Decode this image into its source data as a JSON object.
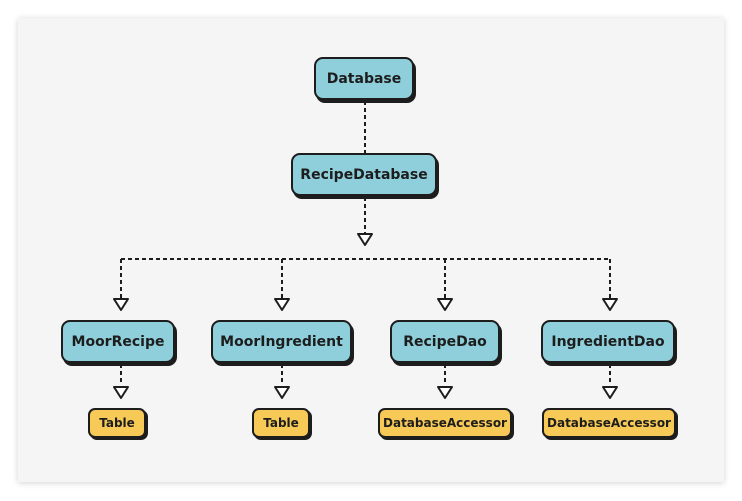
{
  "diagram": {
    "root": "Database",
    "level2": "RecipeDatabase",
    "classes": [
      "MoorRecipe",
      "MoorIngredient",
      "RecipeDao",
      "IngredientDao"
    ],
    "types": [
      "Table",
      "Table",
      "DatabaseAccessor",
      "DatabaseAccessor"
    ]
  },
  "colors": {
    "class_fill": "#8ecfdb",
    "type_fill": "#f7c956",
    "outline": "#1d1d1d",
    "background": "#f5f5f5"
  }
}
